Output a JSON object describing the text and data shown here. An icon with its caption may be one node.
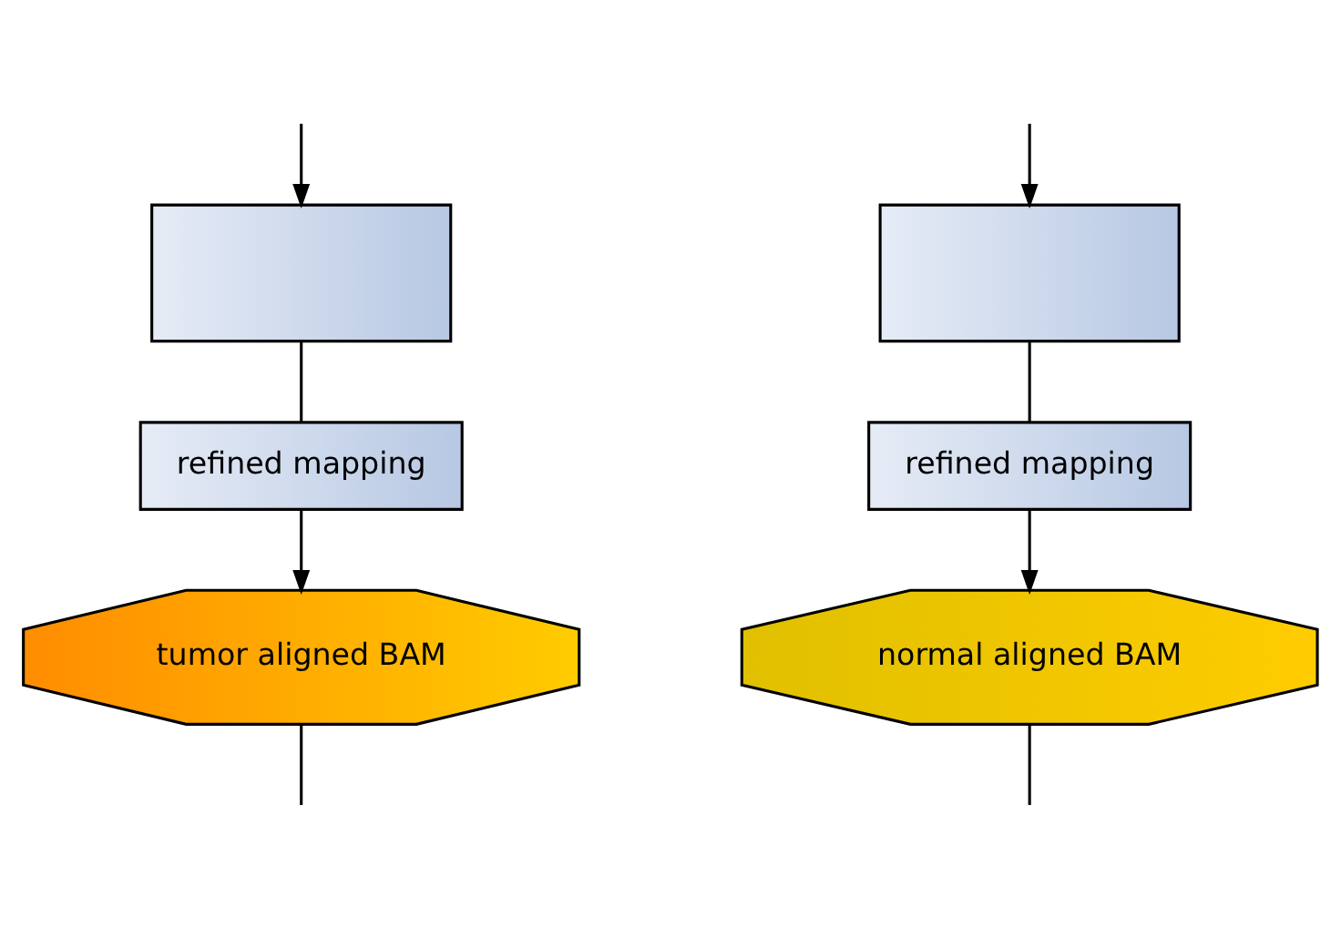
{
  "diagram": {
    "nodes": [
      {
        "text": [],
        "shape": "box"
      },
      {
        "text": [
          "refined mapping"
        ]
      },
      {
        "text": [
          "tumor aligned BAM"
        ]
      },
      {
        "text": [],
        "shape": "box"
      },
      {
        "text": [
          "refined mapping"
        ]
      },
      {
        "text": [
          "normal aligned BAM"
        ]
      }
    ],
    "edges": [
      {
        "from": null,
        "to": 0,
        "arrow": "to"
      },
      {
        "from": 0,
        "to": 1,
        "arrow": "none"
      },
      {
        "from": 1,
        "to": 2,
        "arrow": "to"
      },
      {
        "from": 2,
        "to": null,
        "arrow": "none"
      },
      {
        "from": null,
        "to": 3,
        "arrow": "to"
      },
      {
        "from": 3,
        "to": 4,
        "arrow": "none"
      },
      {
        "from": 4,
        "to": 5,
        "arrow": "to"
      },
      {
        "from": 5,
        "to": null,
        "arrow": "none"
      }
    ]
  }
}
